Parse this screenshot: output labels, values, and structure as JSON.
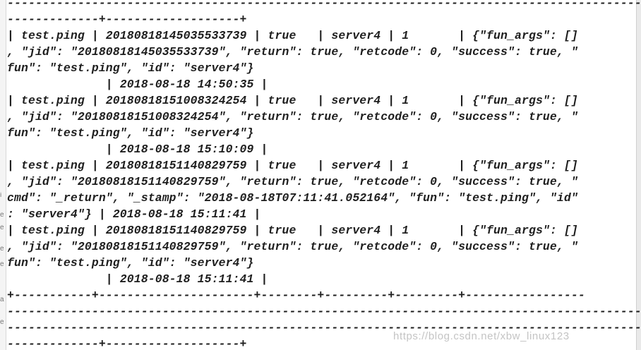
{
  "terminal": {
    "lines": [
      "------------------------------------------------------------------------------------------",
      "-------------+-------------------+",
      "| test.ping | 20180818145035533739 | true   | server4 | 1       | {\"fun_args\": []",
      ", \"jid\": \"20180818145035533739\", \"return\": true, \"retcode\": 0, \"success\": true, \"",
      "fun\": \"test.ping\", \"id\": \"server4\"}",
      "              | 2018-08-18 14:50:35 |",
      "| test.ping | 20180818151008324254 | true   | server4 | 1       | {\"fun_args\": []",
      ", \"jid\": \"20180818151008324254\", \"return\": true, \"retcode\": 0, \"success\": true, \"",
      "fun\": \"test.ping\", \"id\": \"server4\"}",
      "              | 2018-08-18 15:10:09 |",
      "| test.ping | 20180818151140829759 | true   | server4 | 1       | {\"fun_args\": []",
      ", \"jid\": \"20180818151140829759\", \"return\": true, \"retcode\": 0, \"success\": true, \"",
      "cmd\": \"_return\", \"_stamp\": \"2018-08-18T07:11:41.052164\", \"fun\": \"test.ping\", \"id\"",
      ": \"server4\"} | 2018-08-18 15:11:41 |",
      "| test.ping | 20180818151140829759 | true   | server4 | 1       | {\"fun_args\": []",
      ", \"jid\": \"20180818151140829759\", \"return\": true, \"retcode\": 0, \"success\": true, \"",
      "fun\": \"test.ping\", \"id\": \"server4\"}",
      "              | 2018-08-18 15:11:41 |",
      "+-----------+----------------------+--------+---------+---------+-----------------",
      "------------------------------------------------------------------------------------------",
      "------------------------------------------------------------------------------------------",
      "-------------+-------------------+"
    ]
  },
  "left_edge_chars": [
    "i",
    "e",
    "e",
    "e",
    "e",
    "a",
    "e"
  ],
  "watermark": "https://blog.csdn.net/xbw_linux123"
}
